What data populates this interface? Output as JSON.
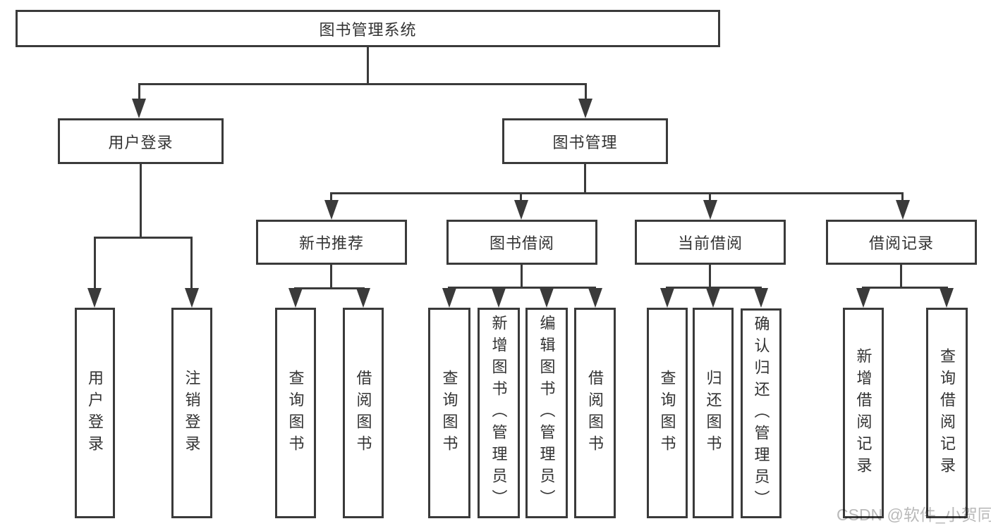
{
  "diagram": {
    "root": {
      "label": "图书管理系统"
    },
    "login": {
      "label": "用户登录",
      "children": [
        {
          "label": "用户登录"
        },
        {
          "label": "注销登录"
        }
      ]
    },
    "management": {
      "label": "图书管理",
      "sections": [
        {
          "label": "新书推荐",
          "children": [
            {
              "label": "查询图书"
            },
            {
              "label": "借阅图书"
            }
          ]
        },
        {
          "label": "图书借阅",
          "children": [
            {
              "label": "查询图书"
            },
            {
              "label": "新增图书（管理员）"
            },
            {
              "label": "编辑图书（管理员）"
            },
            {
              "label": "借阅图书"
            }
          ]
        },
        {
          "label": "当前借阅",
          "children": [
            {
              "label": "查询图书"
            },
            {
              "label": "归还图书"
            },
            {
              "label": "确认归还（管理员）"
            }
          ]
        },
        {
          "label": "借阅记录",
          "children": [
            {
              "label": "新增借阅记录"
            },
            {
              "label": "查询借阅记录"
            }
          ]
        }
      ]
    }
  },
  "watermark": {
    "text": "CSDN @软件_小贺同学"
  },
  "colors": {
    "line": "#3a3a3a",
    "text": "#333333",
    "watermark": "#b9b9b9",
    "background": "#ffffff"
  }
}
